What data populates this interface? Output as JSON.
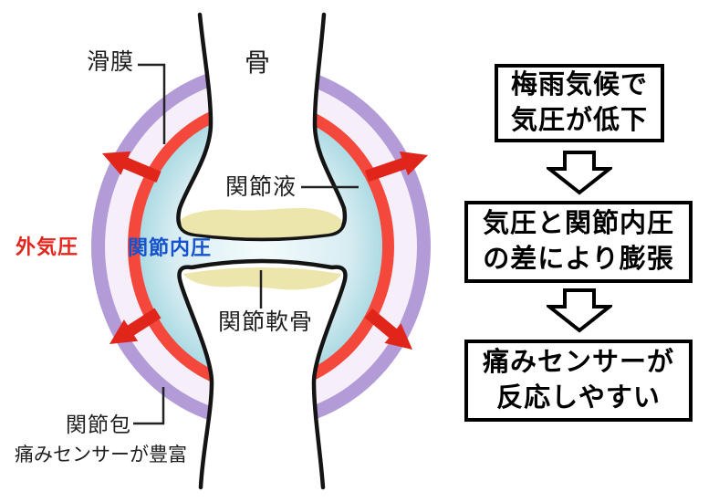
{
  "diagram": {
    "labels": {
      "bone": "骨",
      "synovium": "滑膜",
      "joint_fluid": "関節液",
      "external_pressure": "外気圧",
      "internal_pressure": "関節内圧",
      "joint_cartilage": "関節軟骨",
      "joint_capsule": "関節包",
      "capsule_note": "痛みセンサーが豊富"
    },
    "colors": {
      "capsule_purple": "#b29bd6",
      "capsule_lining": "#f6eef9",
      "synovium_red": "#f4483c",
      "fluid_teal_edge": "#2f97ac",
      "fluid_center": "#f4fbfc",
      "cartilage_cream": "#ece6ac",
      "arrow_red": "#e0261a",
      "external_pressure_text": "#e3261d",
      "internal_pressure_text": "#1552cb"
    }
  },
  "flowchart": {
    "steps": [
      {
        "line1": "梅雨気候で",
        "line2": "気圧が低下"
      },
      {
        "line1": "気圧と関節内圧",
        "line2": "の差により膨張"
      },
      {
        "line1": "痛みセンサーが",
        "line2": "反応しやすい"
      }
    ]
  }
}
